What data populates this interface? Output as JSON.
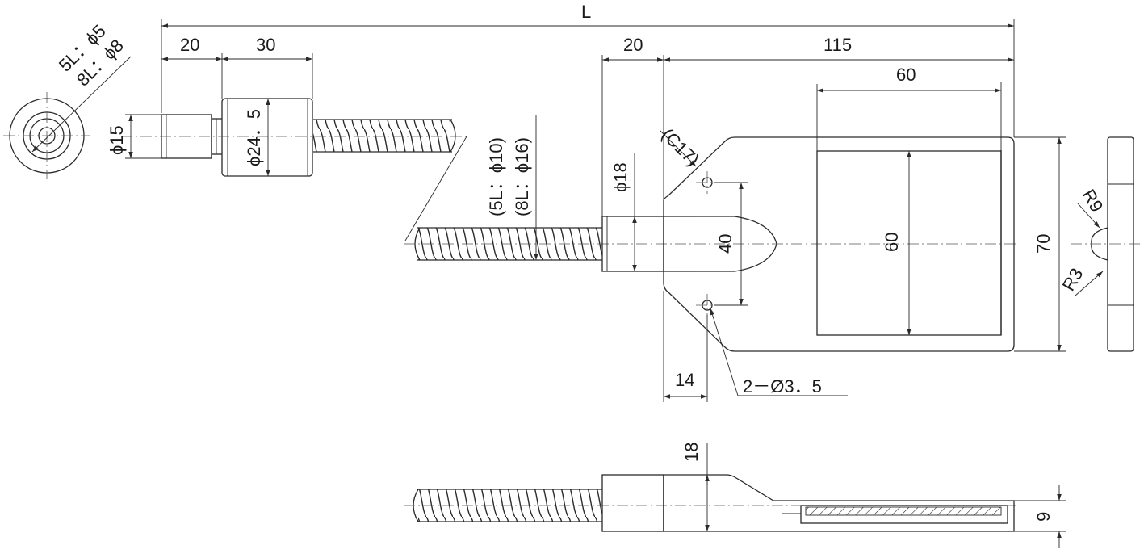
{
  "drawing": {
    "dimensions": {
      "overall_length": "L",
      "collar_length": "20",
      "nut_length": "30",
      "pivot_offset": "20",
      "plate_length": "115",
      "pad_width": "60",
      "pad_height": "60",
      "hole_spacing": "40",
      "plate_width": "70",
      "hole_offset": "14",
      "holes": "2－Ø3．5",
      "chamfer": "(C17)",
      "collar_diameter": "ϕ15",
      "nut_diameter": "ϕ24．5",
      "tip_diameter": "ϕ18",
      "screw_5l": "(5L：ϕ10)",
      "screw_8l": "(8L：ϕ16)",
      "bore_5l": "5L：ϕ5",
      "bore_8l": "8L：ϕ8",
      "radius_large": "R9",
      "radius_small": "R3",
      "tip_thickness": "18",
      "plate_thickness": "9"
    }
  }
}
